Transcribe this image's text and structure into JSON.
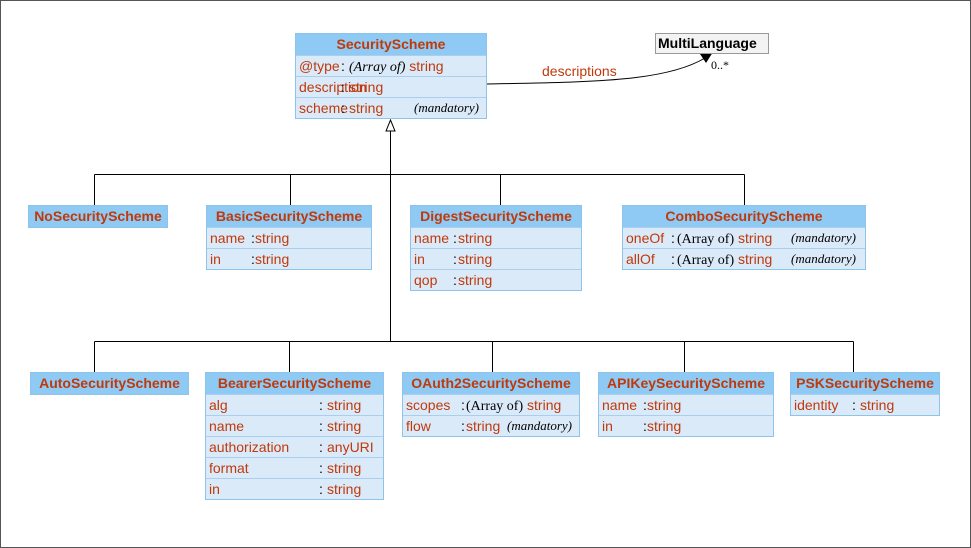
{
  "multi_language": {
    "name": "MultiLanguage",
    "association_label": "descriptions",
    "multiplicity": "0..*"
  },
  "security_scheme": {
    "name": "SecurityScheme",
    "attrs": [
      {
        "name": "@type",
        "sep": ":",
        "array": "(Array of)",
        "type": "string"
      },
      {
        "name": "description",
        "sep": ":",
        "type": "string"
      },
      {
        "name": "scheme",
        "sep": ":",
        "type": "string",
        "mandatory": "(mandatory)"
      }
    ]
  },
  "no_security_scheme": {
    "name": "NoSecurityScheme"
  },
  "basic_security_scheme": {
    "name": "BasicSecurityScheme",
    "attrs": [
      {
        "name": "name",
        "sep": ":",
        "type": "string"
      },
      {
        "name": "in",
        "sep": ":",
        "type": "string"
      }
    ]
  },
  "digest_security_scheme": {
    "name": "DigestSecurityScheme",
    "attrs": [
      {
        "name": "name",
        "sep": ":",
        "type": "string"
      },
      {
        "name": "in",
        "sep": ":",
        "type": "string"
      },
      {
        "name": "qop",
        "sep": ":",
        "type": "string"
      }
    ]
  },
  "combo_security_scheme": {
    "name": "ComboSecurityScheme",
    "attrs": [
      {
        "name": "oneOf",
        "sep": ":",
        "array": "(Array of)",
        "type": "string",
        "mandatory": "(mandatory)"
      },
      {
        "name": "allOf",
        "sep": ":",
        "array": "(Array of)",
        "type": "string",
        "mandatory": "(mandatory)"
      }
    ]
  },
  "auto_security_scheme": {
    "name": "AutoSecurityScheme"
  },
  "bearer_security_scheme": {
    "name": "BearerSecurityScheme",
    "attrs": [
      {
        "name": "alg",
        "sep": ":",
        "type": "string"
      },
      {
        "name": "name",
        "sep": ":",
        "type": "string"
      },
      {
        "name": "authorization",
        "sep": ":",
        "type": "anyURI"
      },
      {
        "name": "format",
        "sep": ":",
        "type": "string"
      },
      {
        "name": "in",
        "sep": ":",
        "type": "string"
      }
    ]
  },
  "oauth2_security_scheme": {
    "name": "OAuth2SecurityScheme",
    "attrs": [
      {
        "name": "scopes",
        "sep": ":",
        "array": "(Array of)",
        "type": "string"
      },
      {
        "name": "flow",
        "sep": ":",
        "type": "string",
        "mandatory": "(mandatory)"
      }
    ]
  },
  "apikey_security_scheme": {
    "name": "APIKeySecurityScheme",
    "attrs": [
      {
        "name": "name",
        "sep": ":",
        "type": "string"
      },
      {
        "name": "in",
        "sep": ":",
        "type": "string"
      }
    ]
  },
  "psk_security_scheme": {
    "name": "PSKSecurityScheme",
    "attrs": [
      {
        "name": "identity",
        "sep": ":",
        "type": "string"
      }
    ]
  }
}
